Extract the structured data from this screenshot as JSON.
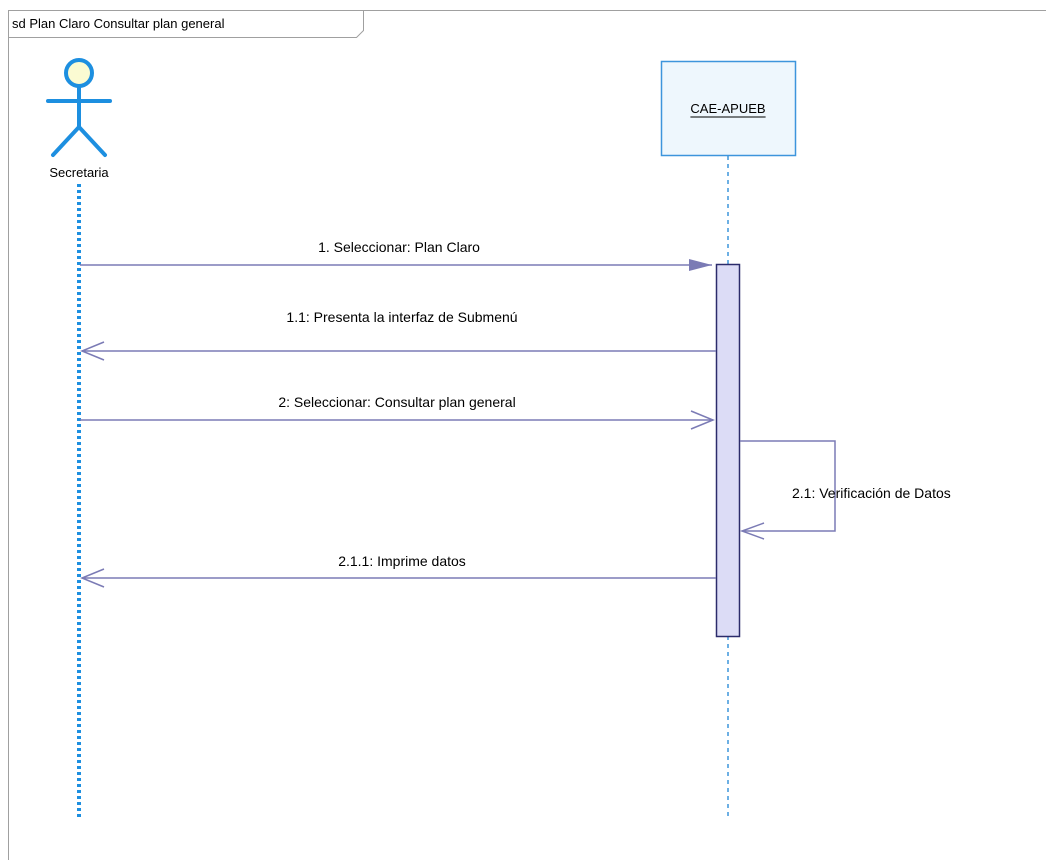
{
  "frame": {
    "title": "sd Plan Claro Consultar plan general"
  },
  "actor": {
    "name": "Secretaria",
    "icon": "actor-stick-figure-icon"
  },
  "lifeline": {
    "name": "CAE-APUEB"
  },
  "messages": [
    {
      "label": "1. Seleccionar: Plan Claro",
      "direction": "actor-to-system",
      "arrow": "filled-async"
    },
    {
      "label": "1.1: Presenta la interfaz de Submenú",
      "direction": "system-to-actor",
      "arrow": "open-reply"
    },
    {
      "label": "2: Seleccionar: Consultar plan general",
      "direction": "actor-to-system",
      "arrow": "open"
    },
    {
      "label": "2.1: Verificación de Datos",
      "direction": "self",
      "arrow": "open"
    },
    {
      "label": "2.1.1: Imprime datos",
      "direction": "system-to-actor",
      "arrow": "open-reply"
    }
  ],
  "colors": {
    "line": "#7b7bb5",
    "actor": "#1d8fe0",
    "actor_head_fill": "#fbfbd2",
    "lifeline_box_fill": "#eef7fd",
    "lifeline_box_stroke": "#3d95dc",
    "activation_fill": "#dcdcf6",
    "activation_stroke": "#2b2b6b",
    "frame_stroke": "#a0a0a0"
  }
}
